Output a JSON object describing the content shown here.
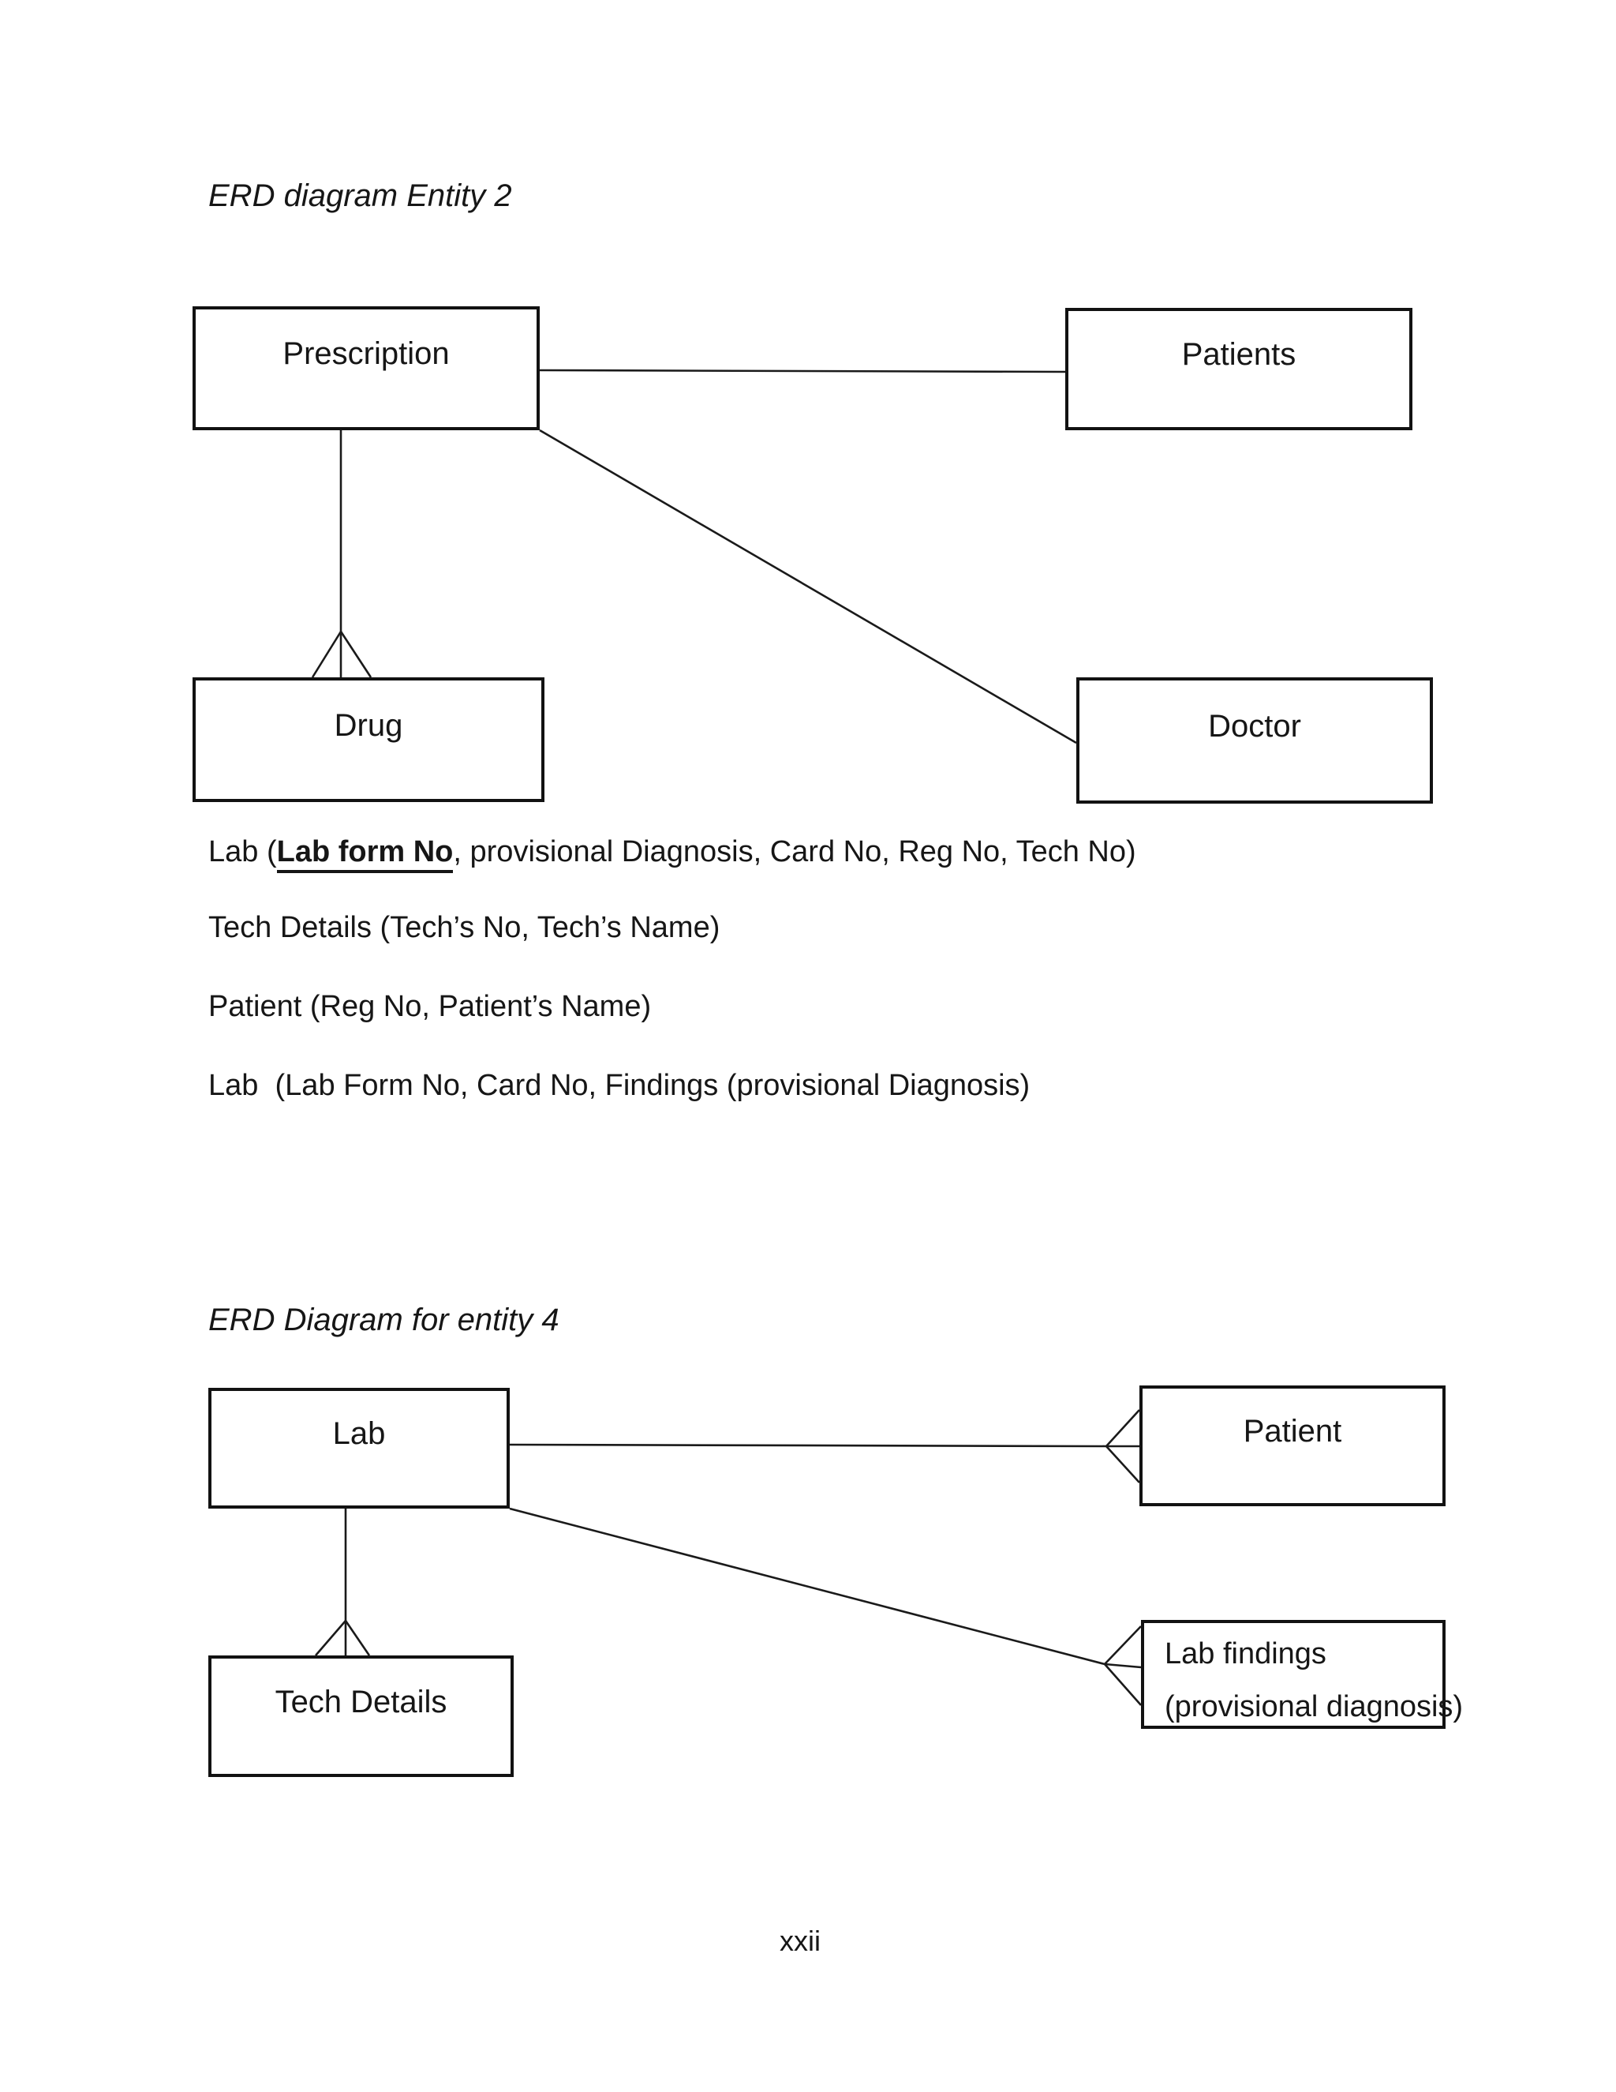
{
  "page": {
    "number": "xxii"
  },
  "diagram1": {
    "title": "ERD diagram Entity 2",
    "entities": {
      "prescription": "Prescription",
      "patients": "Patients",
      "drug": "Drug",
      "doctor": "Doctor"
    }
  },
  "notes": {
    "line1_prefix": "Lab (",
    "line1_key": "Lab form No",
    "line1_suffix": ", provisional Diagnosis, Card No, Reg No, Tech No)",
    "line2": "Tech Details (Tech’s No, Tech’s Name)",
    "line3": "Patient (Reg No, Patient’s Name)",
    "line4": "Lab  (Lab Form No, Card No, Findings (provisional Diagnosis)"
  },
  "diagram2": {
    "title": "ERD Diagram for entity 4",
    "entities": {
      "lab": "Lab",
      "patient": "Patient",
      "tech_details": "Tech Details",
      "lab_findings_line1": "Lab findings",
      "lab_findings_line2": "(provisional diagnosis)"
    }
  }
}
